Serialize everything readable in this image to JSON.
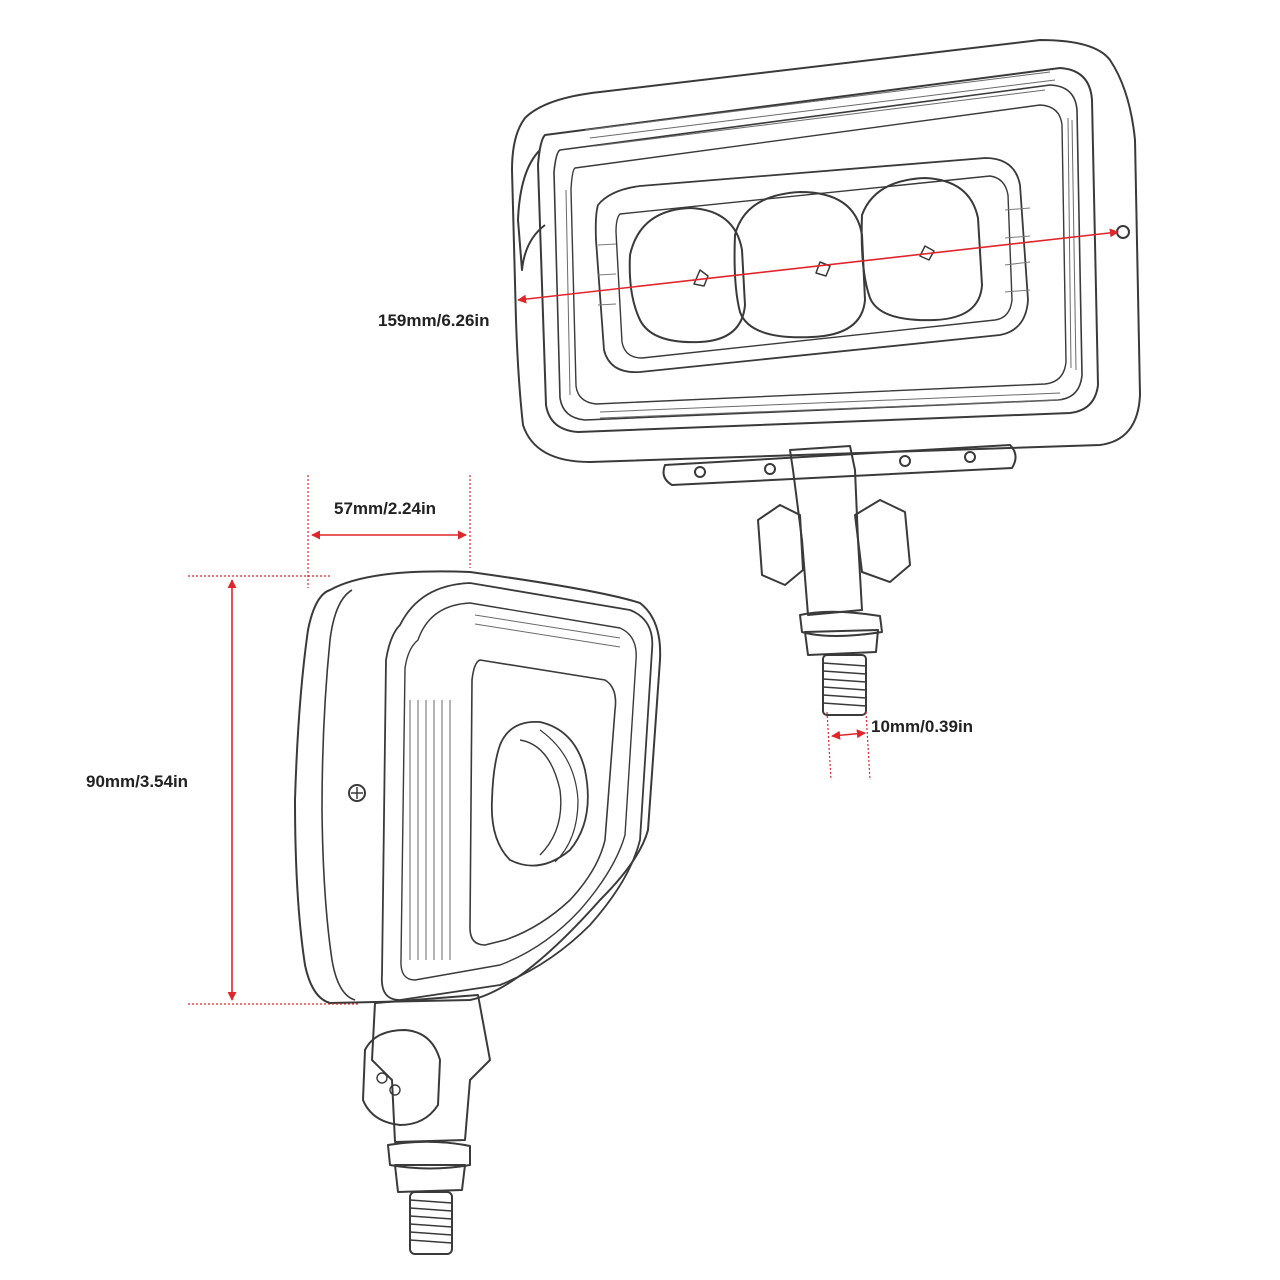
{
  "dimensions": {
    "width_front": "159mm/6.26in",
    "depth_side": "57mm/2.24in",
    "height_side": "90mm/3.54in",
    "bolt_diameter": "10mm/0.39in"
  },
  "colors": {
    "dimension_line": "#e0262b",
    "drawing_stroke": "#3a3a3a",
    "background": "#ffffff"
  }
}
